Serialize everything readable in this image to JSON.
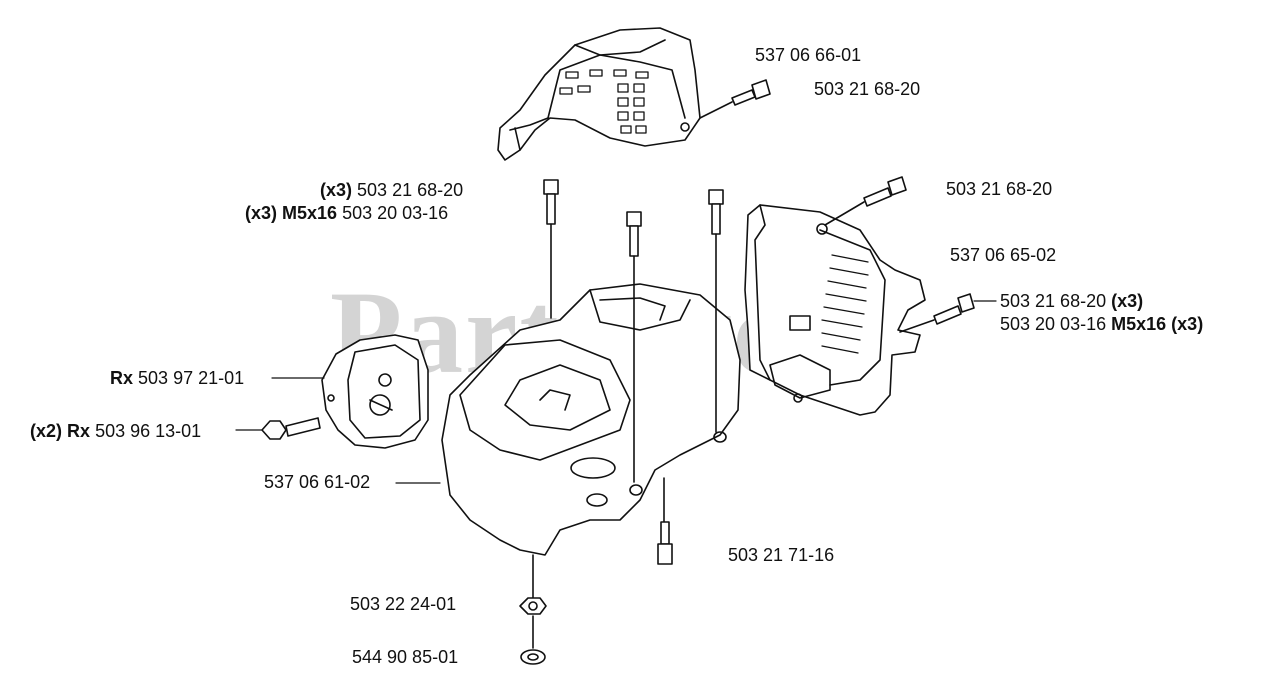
{
  "watermark": "PartsTree",
  "parts": {
    "upper_cover": "537 06 66-01",
    "upper_screw": "503 21 68-20",
    "left_screws_qty": "(x3)",
    "left_screws": "503 21 68-20",
    "left_bolts_qty": "(x3)",
    "left_bolts_size": "M5x16",
    "left_bolts": "503 20 03-16",
    "right_top_screw": "503 21 68-20",
    "right_cover": "537 06 65-02",
    "right_screws": "503 21 68-20",
    "right_screws_qty": "(x3)",
    "right_bolts": "503 20 03-16",
    "right_bolts_size": "M5x16",
    "right_bolts_qty": "(x3)",
    "hook_prefix": "Rx",
    "hook": "503 97 21-01",
    "hook_screws_qty": "(x2)",
    "hook_screws_prefix": "Rx",
    "hook_screws": "503 96 13-01",
    "main_cover": "537 06 61-02",
    "bottom_bolt": "503 21 71-16",
    "nut": "503 22 24-01",
    "washer": "544 90 85-01"
  }
}
